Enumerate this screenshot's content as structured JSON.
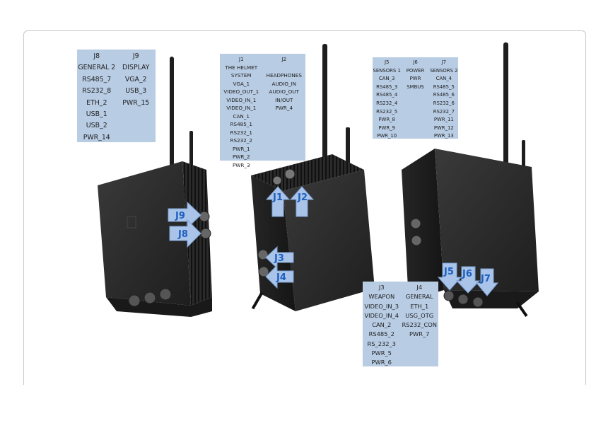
{
  "connector_tables": [
    {
      "id": "j8-j9",
      "columns": [
        {
          "header": "J8",
          "rows": [
            "GENERAL 2",
            "RS485_7",
            "RS232_8",
            "ETH_2",
            "USB_1",
            "USB_2",
            "PWR_14"
          ]
        },
        {
          "header": "J9",
          "rows": [
            "DISPLAY",
            "VGA_2",
            "USB_3",
            "PWR_15"
          ]
        }
      ]
    },
    {
      "id": "j1-j2",
      "columns": [
        {
          "header": "J1",
          "rows": [
            "THE HELMET",
            "SYSTEM",
            "VGA_1",
            "VIDEO_OUT_1",
            "VIDEO_IN_1",
            "VIDEO_IN_1",
            "CAN_1",
            "RS485_1",
            "RS232_1",
            "RS232_2",
            "PWR_1",
            "PWR_2",
            "PWR_3"
          ]
        },
        {
          "header": "J2",
          "rows": [
            "",
            "HEADPHONES",
            "AUDIO_IN",
            "AUDIO_OUT",
            "IN/OUT",
            "PWR_4"
          ]
        }
      ]
    },
    {
      "id": "j5-j6-j7",
      "columns": [
        {
          "header": "J5",
          "rows": [
            "SENSORS 1",
            "CAN_3",
            "RS485_3",
            "RS485_4",
            "RS232_4",
            "RS232_5",
            "PWR_8",
            "PWR_9",
            "PWR_10"
          ]
        },
        {
          "header": "J6",
          "rows": [
            "POWER",
            "PWR",
            "SMBUS"
          ]
        },
        {
          "header": "J7",
          "rows": [
            "SENSORS 2",
            "CAN_4",
            "RS485_5",
            "RS485_6",
            "RS232_6",
            "RS232_7",
            "PWR_11",
            "PWR_12",
            "PWR_13"
          ]
        }
      ]
    },
    {
      "id": "j3-j4",
      "columns": [
        {
          "header": "J3",
          "rows": [
            "WEAPON",
            "VIDEO_IN_3",
            "VIDEO_IN_4",
            "CAN_2",
            "RS485_2",
            "RS_232_3",
            "PWR_5",
            "PWR_6"
          ]
        },
        {
          "header": "J4",
          "rows": [
            "GENERAL",
            "ETH_1",
            "USG_OTG",
            "RS232_CON",
            "PWR_7"
          ]
        }
      ]
    }
  ],
  "arrow_labels": {
    "j9": "J9",
    "j8": "J8",
    "j1": "J1",
    "j2": "J2",
    "j3": "J3",
    "j4": "J4",
    "j5": "J5",
    "j6": "J6",
    "j7": "J7"
  },
  "colors": {
    "table_bg": "#b8cce4",
    "arrow_fill": "#a9c4e8",
    "arrow_text": "#1f5fbf",
    "device": "#2b2b2b"
  }
}
